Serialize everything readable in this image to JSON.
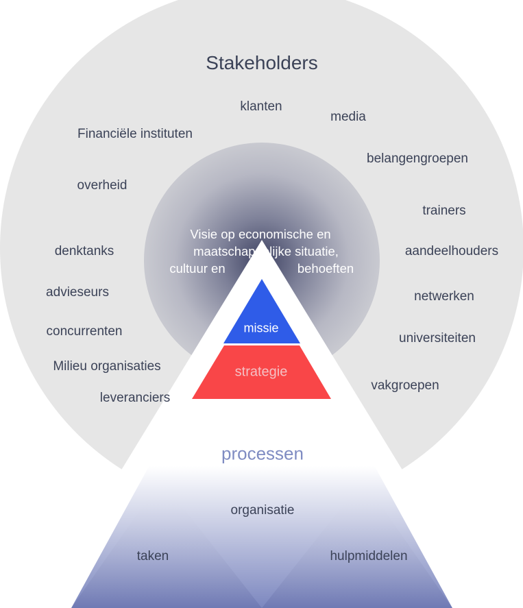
{
  "title": "Stakeholders",
  "stakeholders": {
    "klanten": "klanten",
    "media": "media",
    "financiele": "Financiële instituten",
    "belangengroepen": "belangengroepen",
    "overheid": "overheid",
    "trainers": "trainers",
    "denktanks": "denktanks",
    "aandeelhouders": "aandeelhouders",
    "adviseurs": "advieseurs",
    "netwerken": "netwerken",
    "concurrenten": "concurrenten",
    "universiteiten": "universiteiten",
    "milieu": "Milieu organisaties",
    "leveranciers": "leveranciers",
    "vakgroepen": "vakgroepen"
  },
  "vision": {
    "line1": "Visie op economische en",
    "line2": "maatschappelijke situatie,",
    "line3a": "cultuur en",
    "line3b": "behoeften"
  },
  "pyramid": {
    "missie": "missie",
    "strategie": "strategie",
    "processen": "processen",
    "organisatie": "organisatie",
    "taken": "taken",
    "hulpmiddelen": "hulpmiddelen"
  },
  "colors": {
    "ring": "#e6e6e6",
    "missie": "#2f5ce8",
    "strategie": "#f94648",
    "processen_text": "#7f8cc2",
    "base": "#7d87be",
    "text": "#3b4257"
  }
}
